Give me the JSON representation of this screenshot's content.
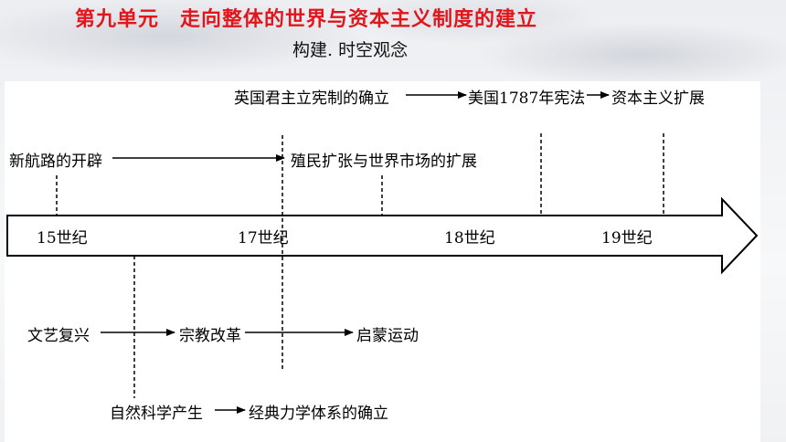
{
  "header": {
    "title": "第九单元　走向整体的世界与资本主义制度的建立",
    "subtitle": "构建. 时空观念"
  },
  "timeline": {
    "centuries": [
      "15世纪",
      "17世纪",
      "18世纪",
      "19世纪"
    ],
    "top_row_1": {
      "a": "英国君主立宪制的确立",
      "b": "美国1787年宪法",
      "c": "资本主义扩展"
    },
    "top_row_2": {
      "a": "新航路的开辟",
      "b": "殖民扩张与世界市场的扩展"
    },
    "bottom_row_1": {
      "a": "文艺复兴",
      "b": "宗教改革",
      "c": "启蒙运动"
    },
    "bottom_row_2": {
      "a": "自然科学产生",
      "b": "经典力学体系的确立"
    }
  }
}
